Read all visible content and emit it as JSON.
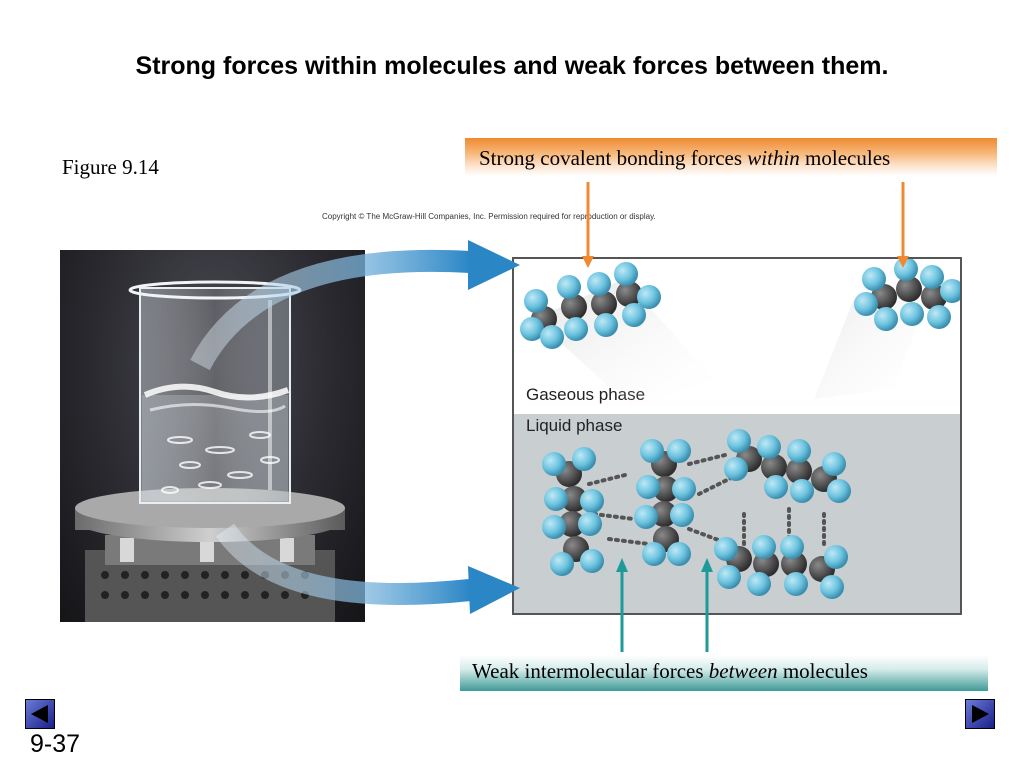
{
  "slide": {
    "title": "Strong forces within molecules and weak forces between them.",
    "figure_label": "Figure 9.14",
    "copyright": "Copyright © The McGraw-Hill Companies, Inc. Permission required for reproduction or display.",
    "slide_number": "9-37"
  },
  "callouts": {
    "top": {
      "text_before": "Strong covalent bonding forces ",
      "emphasis": "within",
      "text_after": " molecules"
    },
    "bottom": {
      "text_before": "Weak intermolecular forces ",
      "emphasis": "between",
      "text_after": " molecules"
    }
  },
  "diagram": {
    "gas_label": "Gaseous phase",
    "liquid_label": "Liquid phase"
  },
  "colors": {
    "top_callout": "#f08a30",
    "top_arrow": "#f08a30",
    "bottom_callout": "#3f9a97",
    "bottom_arrow": "#1e9a9a",
    "curved_arrow": "#3b8fc9",
    "atom_hydrogen": "#6cc3df",
    "atom_carbon": "#4a4a4a",
    "nav_button": "#2a34a8"
  },
  "icons": {
    "prev": "triangle-left-icon",
    "next": "triangle-right-icon"
  }
}
